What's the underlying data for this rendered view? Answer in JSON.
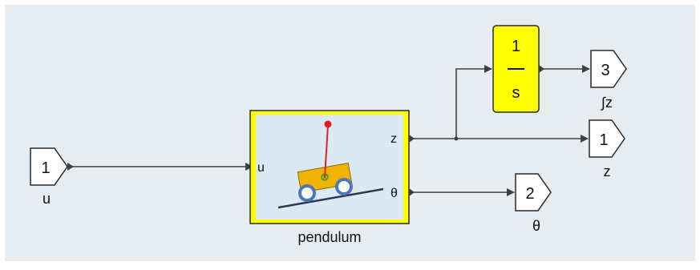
{
  "diagram": {
    "inport_u": {
      "number": "1",
      "label": "u"
    },
    "pendulum_block": {
      "name": "pendulum",
      "port_in": "u",
      "port_out_z": "z",
      "port_out_theta": "θ"
    },
    "integrator_block": {
      "numerator": "1",
      "denominator": "s"
    },
    "outport_int_z": {
      "number": "3",
      "label": "∫z"
    },
    "outport_z": {
      "number": "1",
      "label": "z"
    },
    "outport_theta": {
      "number": "2",
      "label": "θ"
    }
  },
  "colors": {
    "canvas_background": "#e6ecf0",
    "block_border": "#2a2a2a",
    "yellow_fill": "#ffff00",
    "pendulum_inner": "#dbe9f5",
    "cart_body": "#f0b400",
    "wheel_ring": "#4a78c0",
    "rod": "#e02020",
    "signal_line": "#404040"
  },
  "icons": {
    "pendulum_icon": "cart-pendulum-on-slope-icon",
    "arrowhead": "signal-arrowhead-icon"
  }
}
